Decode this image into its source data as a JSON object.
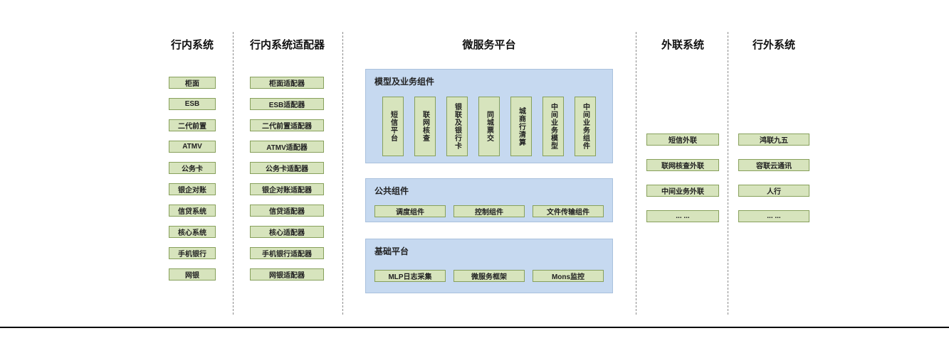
{
  "diagram": {
    "col_internal": {
      "title": "行内系统",
      "items": [
        "柜面",
        "ESB",
        "二代前置",
        "ATMV",
        "公务卡",
        "银企对账",
        "信贷系统",
        "核心系统",
        "手机银行",
        "网银"
      ]
    },
    "col_adapters": {
      "title": "行内系统适配器",
      "items": [
        "柜面适配器",
        "ESB适配器",
        "二代前置适配器",
        "ATMV适配器",
        "公务卡适配器",
        "银企对账适配器",
        "信贷适配器",
        "核心适配器",
        "手机银行适配器",
        "网银适配器"
      ]
    },
    "col_platform": {
      "title": "微服务平台",
      "model_panel": {
        "title": "模型及业务组件",
        "items": [
          "短信平台",
          "联网核查",
          "银联及银行卡",
          "同城票交",
          "城商行清算",
          "中间业务模型",
          "中间业务组件"
        ]
      },
      "common_panel": {
        "title": "公共组件",
        "items": [
          "调度组件",
          "控制组件",
          "文件传输组件"
        ]
      },
      "base_panel": {
        "title": "基础平台",
        "items": [
          "MLP日志采集",
          "微服务框架",
          "Mons监控"
        ]
      }
    },
    "col_outreach": {
      "title": "外联系统",
      "items": [
        "短信外联",
        "联网核查外联",
        "中间业务外联",
        "... ..."
      ]
    },
    "col_external": {
      "title": "行外系统",
      "items": [
        "鸿联九五",
        "容联云通讯",
        "人行",
        "... ..."
      ]
    }
  },
  "colors": {
    "box_fill": "#d7e4bd",
    "box_border": "#87a05b",
    "panel_fill": "#c6d9f0",
    "panel_border": "#a9c1dd"
  }
}
